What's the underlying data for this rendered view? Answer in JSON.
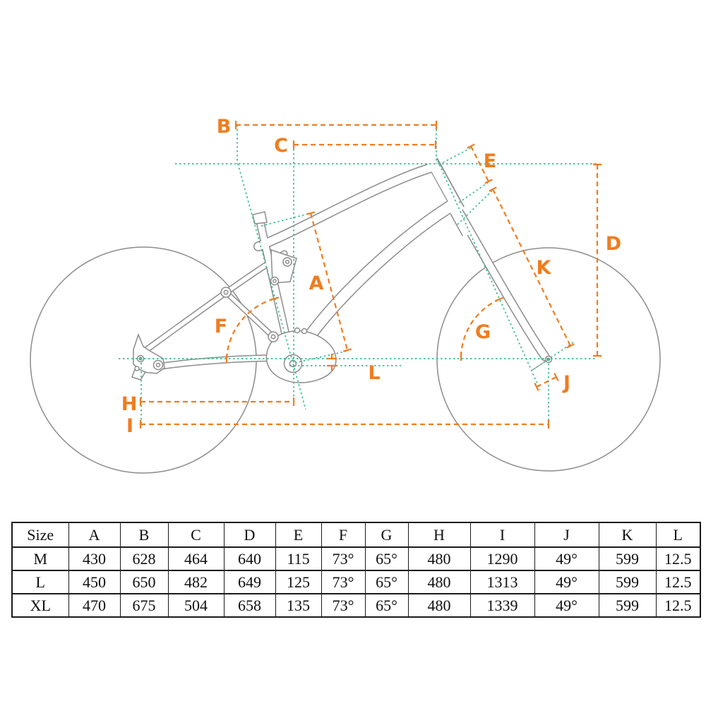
{
  "colors": {
    "dimension_orange": "#ee7d20",
    "construction_teal": "#3cba96",
    "frame_gray": "#8c8c8c",
    "table_border": "#1a1a1a",
    "table_text": "#101010"
  },
  "diagram": {
    "labels": {
      "A": "A",
      "B": "B",
      "C": "C",
      "D": "D",
      "E": "E",
      "F": "F",
      "G": "G",
      "H": "H",
      "I": "I",
      "J": "J",
      "K": "K",
      "L": "L"
    }
  },
  "table": {
    "headers": [
      "Size",
      "A",
      "B",
      "C",
      "D",
      "E",
      "F",
      "G",
      "H",
      "I",
      "J",
      "K",
      "L"
    ],
    "rows": [
      {
        "size": "M",
        "values": [
          "430",
          "628",
          "464",
          "640",
          "115",
          "73°",
          "65°",
          "480",
          "1290",
          "49°",
          "599",
          "12.5"
        ]
      },
      {
        "size": "L",
        "values": [
          "450",
          "650",
          "482",
          "649",
          "125",
          "73°",
          "65°",
          "480",
          "1313",
          "49°",
          "599",
          "12.5"
        ]
      },
      {
        "size": "XL",
        "values": [
          "470",
          "675",
          "504",
          "658",
          "135",
          "73°",
          "65°",
          "480",
          "1339",
          "49°",
          "599",
          "12.5"
        ]
      }
    ]
  }
}
